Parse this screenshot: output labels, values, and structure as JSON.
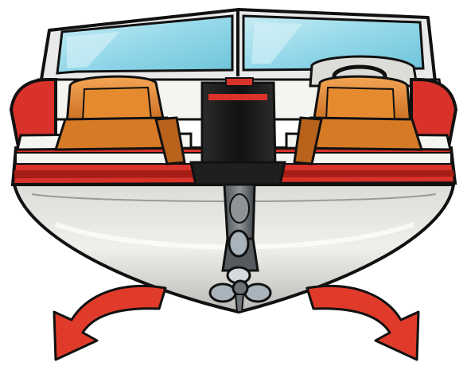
{
  "scene": {
    "subject": "boat-stern",
    "colors": {
      "background": "#ffffff",
      "outline": "#111111",
      "hull_red": "#d8322a",
      "hull_red_dark": "#a41d16",
      "hull_grey": "#c9c9c5",
      "hull_grey_light": "#eeeeea",
      "deck_white": "#f4f4f0",
      "windshield": "#8fd6e8",
      "windshield_light": "#c7ecf4",
      "frame": "#e9e9e9",
      "seat_orange": "#e58a2e",
      "seat_orange_dark": "#b8621c",
      "seat_orange_light": "#f3a554",
      "motor_black": "#1a1a1a",
      "motor_grey": "#6d7276",
      "propeller": "#a9b3bb",
      "propeller_light": "#d4dade",
      "arrow_red": "#e03b2a"
    },
    "arrows": [
      {
        "name": "left-turn-arrow",
        "direction": "down-left"
      },
      {
        "name": "right-turn-arrow",
        "direction": "down-right"
      }
    ]
  }
}
